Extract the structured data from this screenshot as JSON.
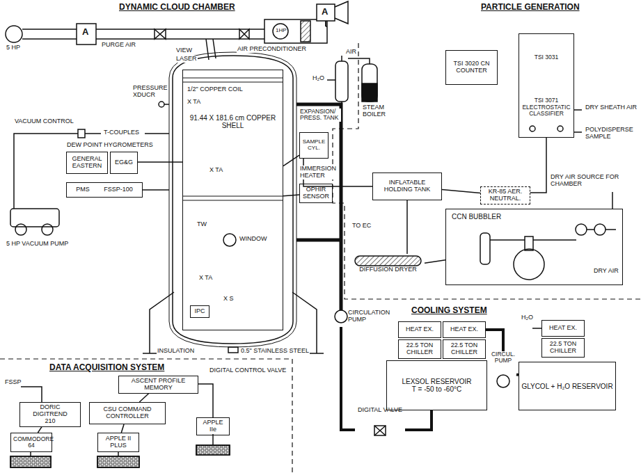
{
  "diagram": {
    "nodes": [
      {
        "text": [
          "91.44 X 181.6 cm COPPER SHELL"
        ]
      },
      {
        "text": [
          "GENERAL EASTERN"
        ]
      },
      {
        "text": [
          "EG&G"
        ]
      },
      {
        "text": [
          "PMS",
          "FSSP-100"
        ]
      },
      {
        "text": [
          "IPC"
        ],
        "in": 0
      },
      {
        "text": [
          "SAMPLE CYL."
        ]
      },
      {
        "text": [
          "OPHIR SENSOR"
        ]
      },
      {
        "text": [
          "TSI 3031",
          "TSI 3071 ELECTROSTATIC CLASSIFIER"
        ]
      },
      {
        "text": [
          "TSI 3020 CN COUNTER"
        ]
      },
      {
        "text": [
          "INFLATABLE HOLDING TANK"
        ]
      },
      {
        "text": [
          "KR-85 AER. NEUTRAL."
        ]
      },
      {
        "text": [
          "DIFFUSION DRYER"
        ]
      },
      {
        "text": [
          "CCN BUBBLER"
        ]
      },
      {
        "text": [
          "CIRCULATION PUMP"
        ]
      },
      {
        "text": [
          "HEAT EX."
        ]
      },
      {
        "text": [
          "HEAT EX."
        ]
      },
      {
        "text": [
          "HEAT EX."
        ]
      },
      {
        "text": [
          "22.5 TON CHILLER"
        ]
      },
      {
        "text": [
          "22.5 TON CHILLER"
        ]
      },
      {
        "text": [
          "22.5 TON CHILLER"
        ]
      },
      {
        "text": [
          "LEXSOL RESERVOIR",
          "T = -50 to -60°C"
        ]
      },
      {
        "text": [
          "CIRCUL. PUMP"
        ]
      },
      {
        "text": [
          "GLYCOL + H₂O RESERVOIR"
        ]
      },
      {
        "text": [
          "DIGITAL VALVE"
        ]
      },
      {
        "text": [
          "ASCENT PROFILE MEMORY"
        ]
      },
      {
        "text": [
          "DORIC DIGITREND",
          "210"
        ]
      },
      {
        "text": [
          "CSU COMMAND CONTROLLER"
        ]
      },
      {
        "text": [
          "COMMODORE 64"
        ]
      },
      {
        "text": [
          "APPLE II PLUS"
        ]
      },
      {
        "text": [
          "APPLE IIe"
        ]
      }
    ],
    "edges": [
      {
        "from": 2,
        "to": 0,
        "arrow": "none"
      },
      {
        "from": 6,
        "to": 0,
        "arrow": "none"
      },
      {
        "from": 5,
        "to": 0,
        "arrow": "none"
      },
      {
        "from": 7,
        "to": 10,
        "arrow": "none"
      },
      {
        "from": 10,
        "to": 9,
        "arrow": "none"
      },
      {
        "from": 9,
        "to": 5,
        "arrow": "none"
      },
      {
        "from": 12,
        "to": 11,
        "arrow": "none"
      },
      {
        "from": 11,
        "to": 9,
        "arrow": "none"
      },
      {
        "from": 13,
        "to": 23,
        "arrow": "none"
      },
      {
        "from": 23,
        "to": 20,
        "arrow": "none"
      },
      {
        "from": 22,
        "to": 21,
        "arrow": "none"
      },
      {
        "from": 21,
        "to": 15,
        "arrow": "none"
      },
      {
        "from": 24,
        "to": 26,
        "arrow": "none"
      },
      {
        "from": 25,
        "to": 27,
        "arrow": "none"
      },
      {
        "from": 26,
        "to": 28,
        "arrow": "none"
      },
      {
        "from": 24,
        "to": 29,
        "arrow": "none"
      }
    ],
    "labels": [
      "DYNAMIC CLOUD CHAMBER",
      "PARTICLE GENERATION",
      "5 HP",
      "PURGE AIR",
      "A",
      "A",
      "1HP",
      "VIEW",
      "LASER",
      "AIR PRECONDITIONER",
      "PRESSURE XDUCR",
      "1/2\" COPPER COIL",
      "VACUUM CONTROL",
      "T-COUPLES",
      "X TA",
      "DEW POINT HYGROMETERS",
      "X TA",
      "TW",
      "WINDOW",
      "IMMERSION HEATER",
      "X TA",
      "X S",
      "INSULATION",
      "0.5\" STAINLESS STEEL",
      "5 HP VACUUM PUMP",
      "AIR",
      "H₂O",
      "EXPANSION/ PRESS. TANK",
      "STEAM BOILER",
      "DRY SHEATH AIR",
      "POLYDISPERSE SAMPLE",
      "DRY AIR SOURCE FOR CHAMBER",
      "DRY AIR",
      "TO EC",
      "COOLING SYSTEM",
      "H₂O",
      "DATA ACQUISITION SYSTEM",
      "FSSP",
      "DIGITAL CONTROL VALVE"
    ]
  }
}
